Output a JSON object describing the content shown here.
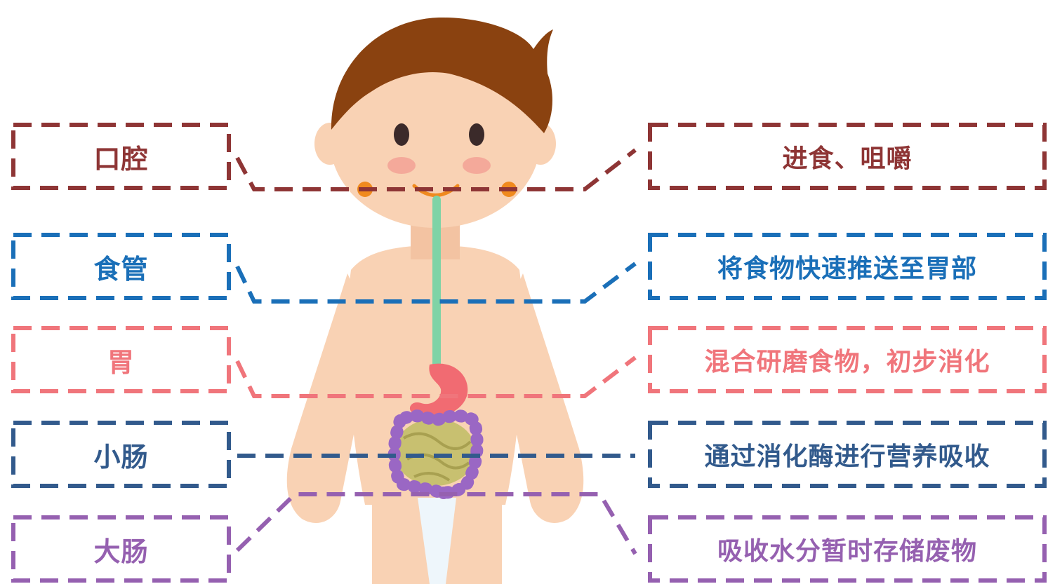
{
  "organs": [
    {
      "id": "mouth",
      "name": "口腔",
      "function": "进食、咀嚼",
      "color": "#8e3535"
    },
    {
      "id": "esophagus",
      "name": "食管",
      "function": "将食物快速推送至胃部",
      "color": "#1a6fb8"
    },
    {
      "id": "stomach",
      "name": "胃",
      "function": "混合研磨食物，初步消化",
      "color": "#f0757b"
    },
    {
      "id": "small-intestine",
      "name": "小肠",
      "function": "通过消化酶进行营养吸收",
      "color": "#325a8c"
    },
    {
      "id": "large-intestine",
      "name": "大肠",
      "function": "吸收水分暂时存储废物",
      "color": "#9560b0"
    }
  ],
  "colors": {
    "skin": "#f9d2b4",
    "skin_shade": "#f3c3a2",
    "hair": "#8a4210",
    "cheek": "#f4a99a",
    "eye": "#3b2a2a",
    "mouth_line": "#f08a1e",
    "esophagus": "#7fd3a6",
    "stomach": "#f16b72",
    "small_intestine": "#c8c070",
    "large_intestine": "#9a67c4",
    "shorts": "#eef6fb"
  }
}
